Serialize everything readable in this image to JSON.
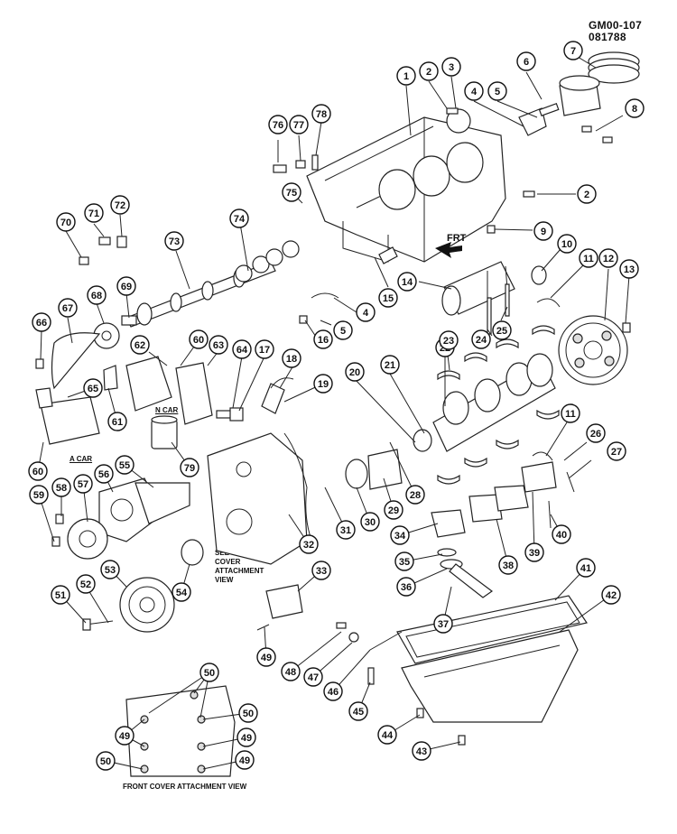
{
  "header": {
    "code": "GM00-107",
    "date": "081788"
  },
  "notes": {
    "a_car": "A CAR",
    "n_car": "N CAR",
    "see_front": "SEE FRONT\nCOVER\nATTACHMENT\nVIEW",
    "front_view": "FRONT COVER ATTACHMENT VIEW"
  },
  "callout_labels": [
    "1",
    "2",
    "3",
    "4",
    "5",
    "6",
    "7",
    "8",
    "2",
    "9",
    "10",
    "11",
    "12",
    "13",
    "14",
    "15",
    "4",
    "5",
    "16",
    "25",
    "24",
    "22",
    "23",
    "21",
    "20",
    "11",
    "26",
    "27",
    "74",
    "73",
    "75",
    "76",
    "77",
    "78",
    "70",
    "71",
    "72",
    "69",
    "68",
    "67",
    "66",
    "62",
    "60",
    "63",
    "64",
    "17",
    "18",
    "19",
    "65",
    "61",
    "60",
    "79",
    "59",
    "58",
    "57",
    "56",
    "55",
    "32",
    "31",
    "30",
    "29",
    "28",
    "34",
    "38",
    "39",
    "40",
    "35",
    "36",
    "37",
    "41",
    "42",
    "54",
    "53",
    "52",
    "51",
    "33",
    "49",
    "48",
    "47",
    "46",
    "45",
    "44",
    "43",
    "50",
    "49",
    "50",
    "49",
    "50",
    "49"
  ]
}
